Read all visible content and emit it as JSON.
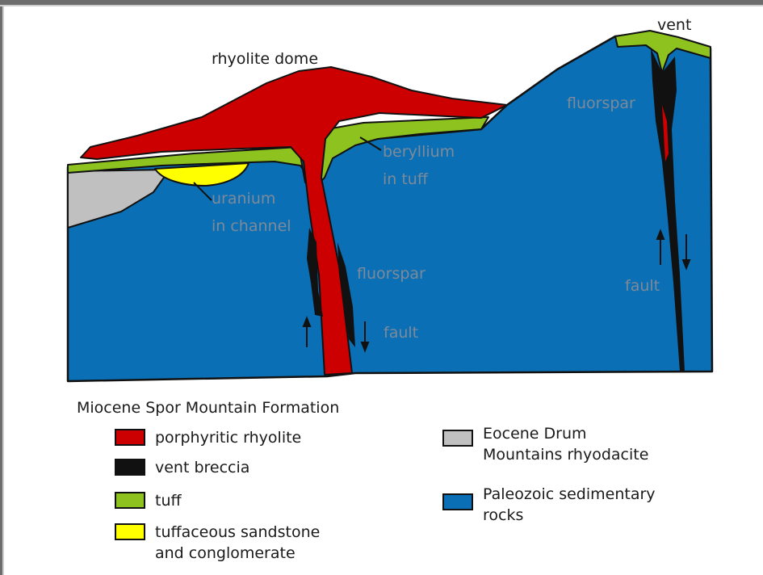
{
  "labels": {
    "rhyolite_dome": "rhyolite dome",
    "vent": "vent",
    "fluorspar_right": "fluorspar",
    "beryllium_line1": "beryllium",
    "beryllium_line2": "in tuff",
    "uranium_line1": "uranium",
    "uranium_line2": "in channel",
    "fluorspar_center": "fluorspar",
    "fault_center": "fault",
    "fault_right": "fault"
  },
  "legend": {
    "title": "Miocene Spor Mountain Formation",
    "items": [
      {
        "label": "porphyritic rhyolite",
        "color": "#cc0000"
      },
      {
        "label": "vent breccia",
        "color": "#111111"
      },
      {
        "label": "tuff",
        "color": "#8dc21f"
      },
      {
        "label": "tuffaceous sandstone\nand conglomerate",
        "color": "#ffff00"
      }
    ],
    "items_right": [
      {
        "label": "Eocene Drum\nMountains rhyodacite",
        "color": "#c0c0c0"
      },
      {
        "label": "Paleozoic sedimentary\nrocks",
        "color": "#0a6fb5"
      }
    ]
  },
  "colors": {
    "paleozoic": "#0a6fb5",
    "rhyolite": "#cc0000",
    "tuff": "#8dc21f",
    "sandstone": "#ffff00",
    "rhyodacite": "#c0c0c0",
    "breccia": "#111111",
    "frame": "#6d6d6d"
  }
}
